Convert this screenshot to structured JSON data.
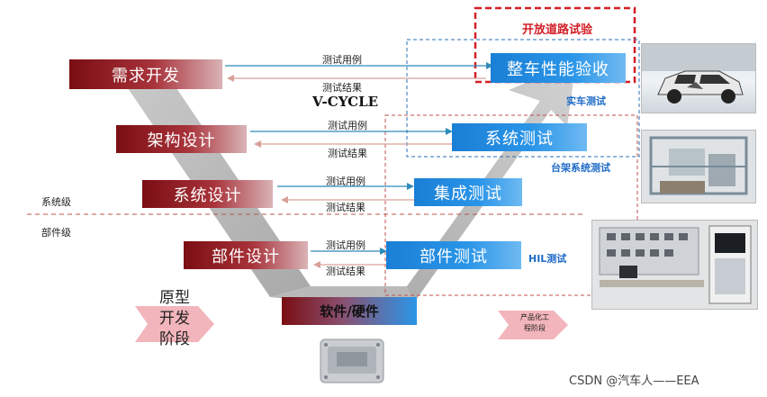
{
  "title": "V-CYCLE",
  "open_road": "开放道路试验",
  "left_boxes": [
    "需求开发",
    "架构设计",
    "系统设计",
    "部件设计"
  ],
  "right_boxes": [
    "整车性能验收",
    "系统测试",
    "集成测试",
    "部件测试"
  ],
  "bottom_box": "软件/硬件",
  "arrow_labels": {
    "case": "测试用例",
    "result": "测试结果"
  },
  "test_types": [
    "实车测试",
    "台架系统测试",
    "HIL测试"
  ],
  "levels": {
    "system": "系统级",
    "component": "部件级"
  },
  "prototype": [
    "原型",
    "开发",
    "阶段"
  ],
  "production": [
    "产品化工",
    "程阶段"
  ],
  "watermark": "CSDN @汽车人——EEA"
}
